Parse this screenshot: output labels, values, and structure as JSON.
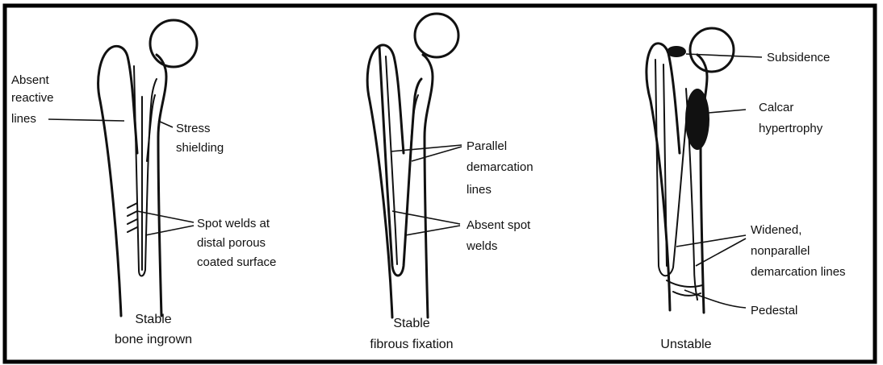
{
  "panels": [
    {
      "caption_line1": "Stable",
      "caption_line2": "bone ingrown",
      "labels": {
        "absent_line1": "Absent",
        "absent_line2": "reactive",
        "absent_line3": "lines",
        "stress_line1": "Stress",
        "stress_line2": "shielding",
        "spot_line1": "Spot welds at",
        "spot_line2": "distal porous",
        "spot_line3": "coated surface"
      }
    },
    {
      "caption_line1": "Stable",
      "caption_line2": "fibrous fixation",
      "labels": {
        "parallel_line1": "Parallel",
        "parallel_line2": "demarcation",
        "parallel_line3": "lines",
        "absent_spot_line1": "Absent spot",
        "absent_spot_line2": "welds"
      }
    },
    {
      "caption_line1": "Unstable",
      "labels": {
        "subsidence": "Subsidence",
        "calcar_line1": "Calcar",
        "calcar_line2": "hypertrophy",
        "widened_line1": "Widened,",
        "widened_line2": "nonparallel",
        "widened_line3": "demarcation lines",
        "pedestal": "Pedestal"
      }
    }
  ]
}
